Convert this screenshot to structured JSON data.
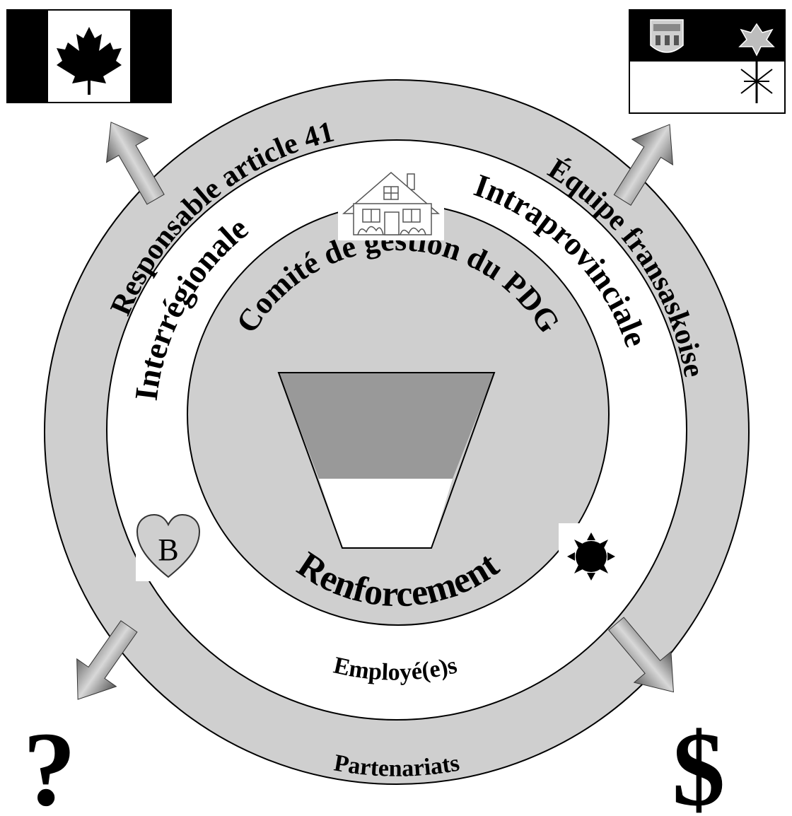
{
  "labels": {
    "outer_left": "Responsable article 41",
    "outer_right": "Équipe fransaskoise",
    "outer_bottom": "Partenariats",
    "middle_left": "Interrégionale",
    "middle_right": "Intraprovinciale",
    "middle_bottom": "Employé(e)s",
    "inner_top": "Comité de gestion du PDG",
    "inner_bottom": "Renforcement",
    "heart_letter": "B",
    "question_mark": "?",
    "dollar_sign": "$"
  },
  "icons": {
    "top_left": "canada-flag-icon",
    "top_right": "saskatchewan-flag-icon",
    "house": "house-icon",
    "heart": "heart-icon",
    "sun": "sun-icon"
  },
  "colors": {
    "ring_gray": "#cfcfcf",
    "funnel_dark": "#999999",
    "white": "#ffffff",
    "black": "#000000"
  }
}
